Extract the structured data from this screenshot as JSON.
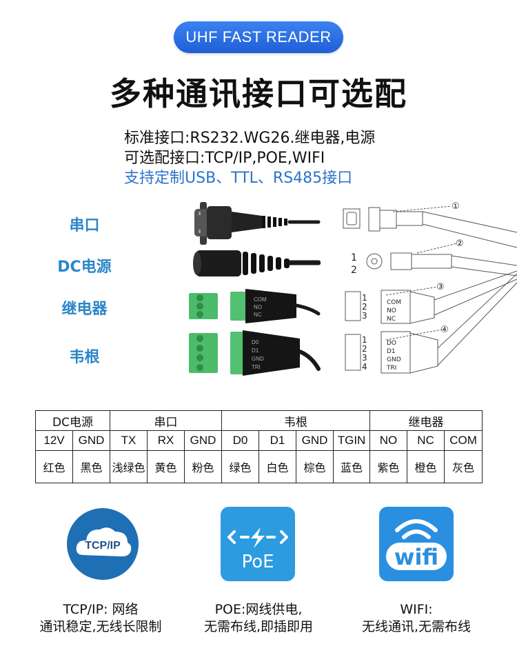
{
  "header": {
    "pill": "UHF FAST READER",
    "title": "多种通讯接口可选配"
  },
  "intro": {
    "line1": "标准接口:RS232.WG26.继电器,电源",
    "line2": "可选配接口:TCP/IP,POE,WIFI",
    "line3": "支持定制USB、TTL、RS485接口"
  },
  "connectors": {
    "labels": [
      "串口",
      "DC电源",
      "继电器",
      "韦根"
    ],
    "relay_pins": [
      "COM",
      "NO",
      "NC"
    ],
    "wiegand_pins": [
      "D0",
      "D1",
      "GND",
      "TRI"
    ]
  },
  "diagram": {
    "callouts": [
      "①",
      "②",
      "③",
      "④"
    ],
    "dc_pins": [
      "1",
      "2"
    ],
    "relay_numbers": [
      "1",
      "2",
      "3"
    ],
    "relay_labels": [
      "COM",
      "NO",
      "NC"
    ],
    "wiegand_numbers": [
      "1",
      "2",
      "3",
      "4"
    ],
    "wiegand_labels": [
      "DO",
      "D1",
      "GND",
      "TRI"
    ]
  },
  "table": {
    "groups": [
      {
        "label": "DC电源",
        "span": 2
      },
      {
        "label": "串口",
        "span": 3
      },
      {
        "label": "韦根",
        "span": 4
      },
      {
        "label": "继电器",
        "span": 3
      }
    ],
    "pins": [
      "12V",
      "GND",
      "TX",
      "RX",
      "GND",
      "D0",
      "D1",
      "GND",
      "TGIN",
      "NO",
      "NC",
      "COM"
    ],
    "colors": [
      "红色",
      "黑色",
      "浅绿色",
      "黄色",
      "粉色",
      "绿色",
      "白色",
      "棕色",
      "蓝色",
      "紫色",
      "橙色",
      "灰色"
    ]
  },
  "features": [
    {
      "icon_text": "TCP/IP",
      "line1": "TCP/IP:  网络",
      "line2": "通讯稳定,无线长限制"
    },
    {
      "icon_text": "PoE",
      "line1": "POE:网线供电,",
      "line2": "无需布线,即插即用"
    },
    {
      "icon_text": "wifi",
      "line1": "WIFI:",
      "line2": "无线通讯,无需布线"
    }
  ]
}
